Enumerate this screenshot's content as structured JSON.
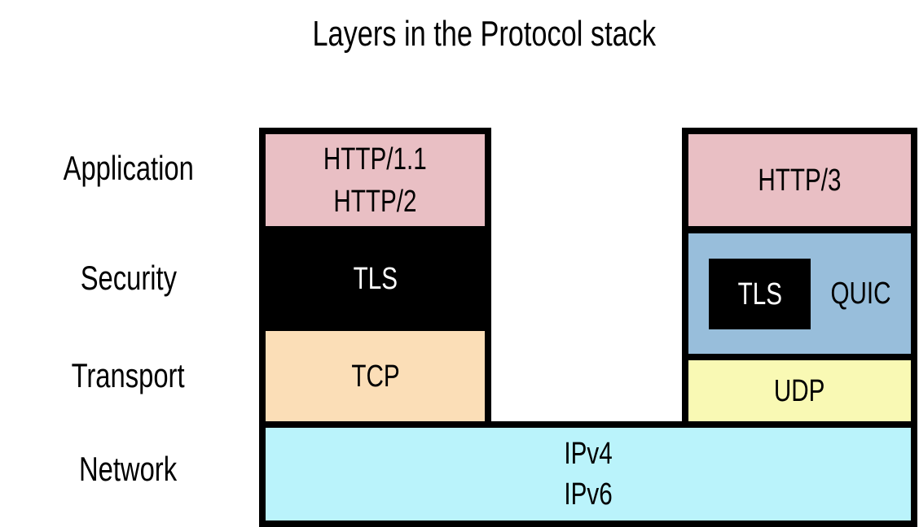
{
  "title": "Layers in the Protocol stack",
  "row_labels": [
    "Application",
    "Security",
    "Transport",
    "Network"
  ],
  "left_stack": {
    "application_lines": [
      "HTTP/1.1",
      "HTTP/2"
    ],
    "security": "TLS",
    "transport": "TCP"
  },
  "right_stack": {
    "application": "HTTP/3",
    "security_inner": "TLS",
    "security_label": "QUIC",
    "transport": "UDP"
  },
  "network_lines": [
    "IPv4",
    "IPv6"
  ],
  "colors": {
    "application_fill": "#e9bfc4",
    "security_fill": "#000000",
    "quic_fill": "#98bedb",
    "tcp_fill": "#fbdeb7",
    "udp_fill": "#f9f9b4",
    "network_fill": "#baf3fb",
    "border": "#000000"
  }
}
